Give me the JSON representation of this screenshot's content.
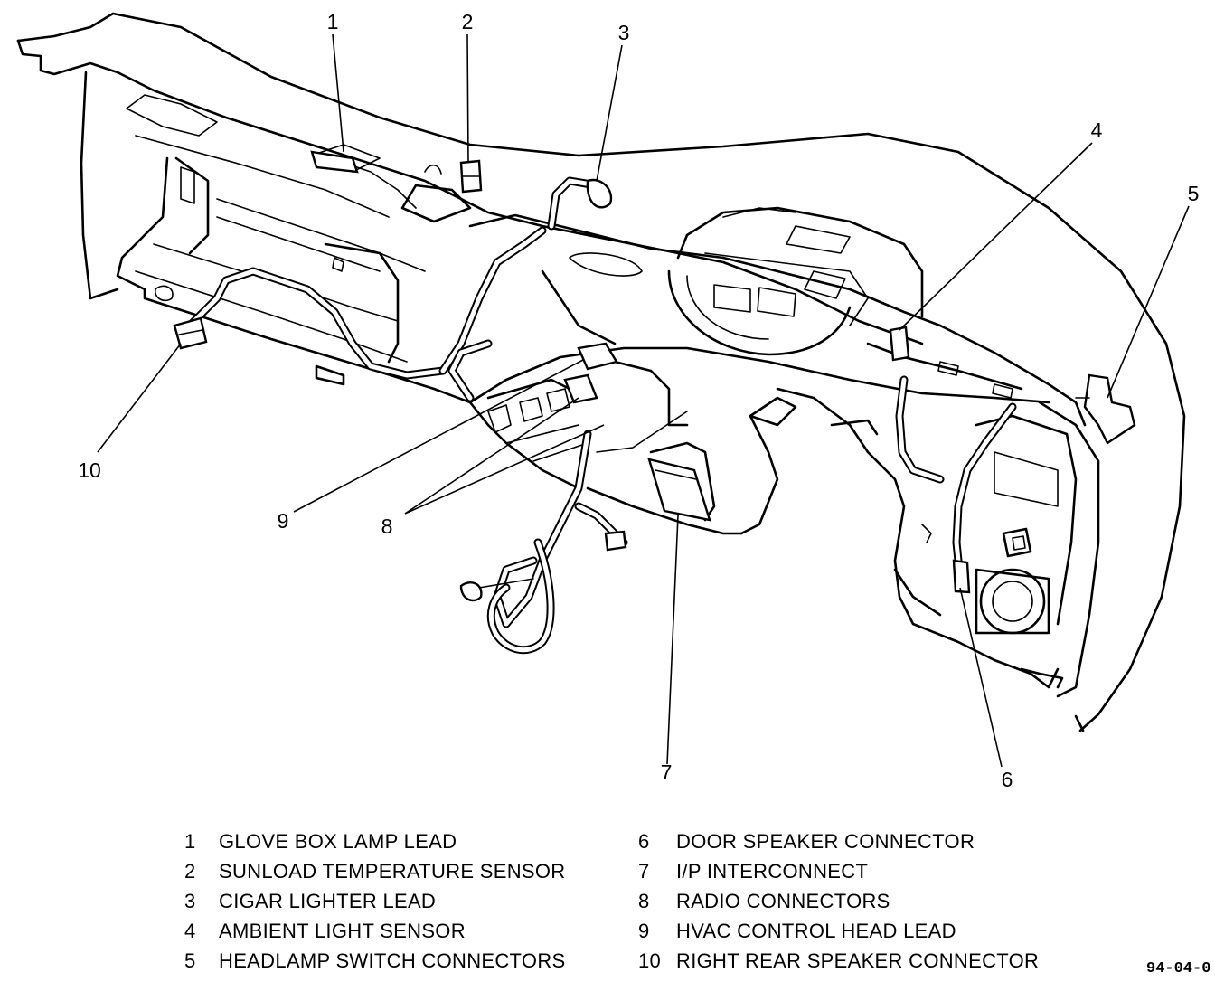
{
  "callouts": [
    "1",
    "2",
    "3",
    "4",
    "5",
    "6",
    "7",
    "8",
    "9",
    "10"
  ],
  "legend_left": [
    {
      "num": "1",
      "label": "GLOVE BOX LAMP LEAD"
    },
    {
      "num": "2",
      "label": "SUNLOAD TEMPERATURE SENSOR"
    },
    {
      "num": "3",
      "label": "CIGAR LIGHTER LEAD"
    },
    {
      "num": "4",
      "label": "AMBIENT LIGHT SENSOR"
    },
    {
      "num": "5",
      "label": "HEADLAMP SWITCH CONNECTORS"
    }
  ],
  "legend_right": [
    {
      "num": "6",
      "label": "DOOR SPEAKER CONNECTOR"
    },
    {
      "num": "7",
      "label": "I/P INTERCONNECT"
    },
    {
      "num": "8",
      "label": "RADIO CONNECTORS"
    },
    {
      "num": "9",
      "label": "HVAC CONTROL HEAD LEAD"
    },
    {
      "num": "10",
      "label": "RIGHT REAR SPEAKER CONNECTOR"
    }
  ],
  "figure_code": "94-04-0"
}
